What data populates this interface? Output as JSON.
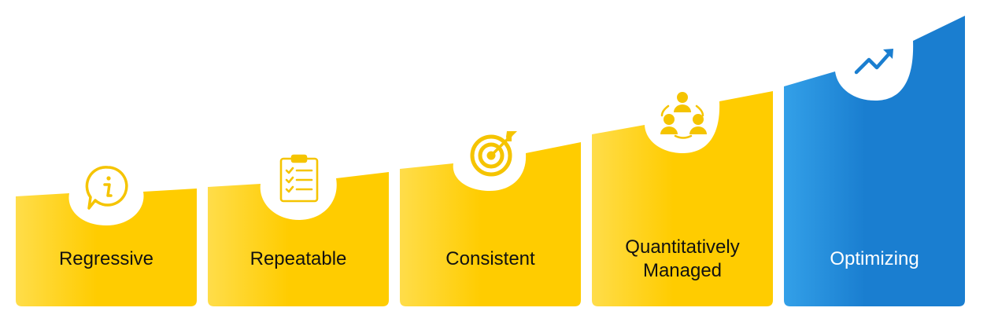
{
  "colors": {
    "yellow_light": "#FFDD4A",
    "yellow": "#FFCC00",
    "blue_light": "#2F9BE6",
    "blue": "#1A7ED0",
    "icon_yellow": "#F5C400",
    "icon_blue": "#1A7ED0"
  },
  "steps": [
    {
      "label_lines": [
        "Regressive"
      ],
      "icon": "info-speech-bubble-icon"
    },
    {
      "label_lines": [
        "Repeatable"
      ],
      "icon": "clipboard-checklist-icon"
    },
    {
      "label_lines": [
        "Consistent"
      ],
      "icon": "target-arrow-icon"
    },
    {
      "label_lines": [
        "Quantitatively",
        "Managed"
      ],
      "icon": "team-people-icon"
    },
    {
      "label_lines": [
        "Optimizing"
      ],
      "icon": "trend-up-arrow-icon"
    }
  ]
}
